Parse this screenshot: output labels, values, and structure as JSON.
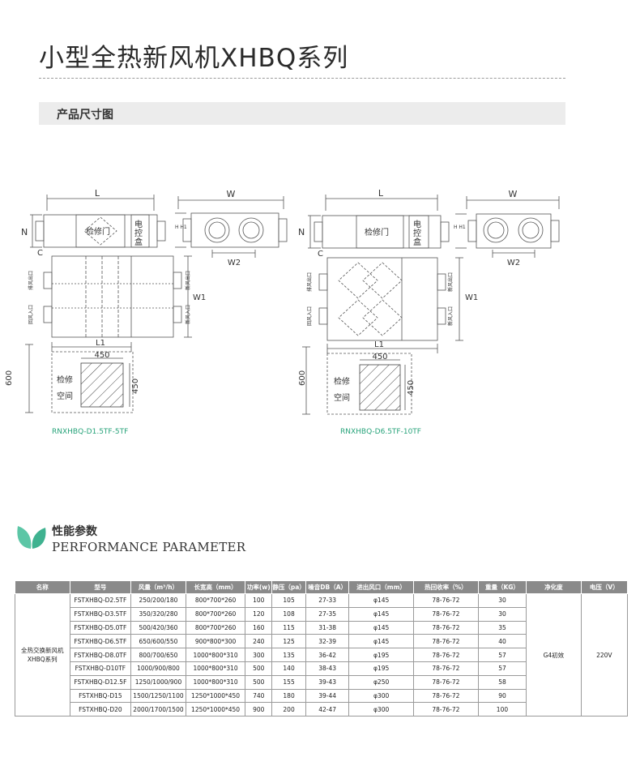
{
  "page": {
    "title": "小型全热新风机XHBQ系列",
    "dims_section": "产品尺寸图"
  },
  "drawing": {
    "label_L": "L",
    "label_W": "W",
    "label_N": "N",
    "label_H": "H",
    "label_C": "C",
    "label_W1": "W1",
    "label_W2": "W2",
    "label_L1": "L1",
    "label_450": "450",
    "label_600": "600",
    "label_access_door": "检修门",
    "label_control_box": "电控盒",
    "label_service_space": "检修\n空间",
    "label_service_1": "检修",
    "label_service_2": "空间",
    "port_exhaust_out": "排风出口",
    "port_return_in": "回风入口",
    "port_fresh_out": "新风出口",
    "port_fresh_in": "新风入口",
    "model_left": "RNXHBQ-D1.5TF-5TF",
    "model_right": "RNXHBQ-D6.5TF-10TF"
  },
  "performance": {
    "title_cn": "性能参数",
    "title_en": "PERFORMANCE PARAMETER",
    "accent": "#5cc6a6"
  },
  "table": {
    "headers": [
      "名称",
      "型号",
      "风量（m³/h）",
      "长宽高（mm）",
      "功率(w)",
      "静压（pa）",
      "噪音DB（A）",
      "进出风口（mm）",
      "热回收率（%）",
      "重量（KG）",
      "净化度",
      "电压（V）"
    ],
    "group_name": "全热交换新风机\nXHBQ系列",
    "group_name_line1": "全热交换新风机",
    "group_name_line2": "XHBQ系列",
    "filter": "G4初效",
    "voltage": "220V",
    "rows": [
      [
        "FSTXHBQ-D2.5TF",
        "250/200/180",
        "800*700*260",
        "100",
        "105",
        "27-33",
        "φ145",
        "78-76-72",
        "30"
      ],
      [
        "FSTXHBQ-D3.5TF",
        "350/320/280",
        "800*700*260",
        "120",
        "108",
        "27-35",
        "φ145",
        "78-76-72",
        "30"
      ],
      [
        "FSTXHBQ-D5.0TF",
        "500/420/360",
        "800*700*260",
        "160",
        "115",
        "31-38",
        "φ145",
        "78-76-72",
        "35"
      ],
      [
        "FSTXHBQ-D6.5TF",
        "650/600/550",
        "900*800*300",
        "240",
        "125",
        "32-39",
        "φ145",
        "78-76-72",
        "40"
      ],
      [
        "FSTXHBQ-D8.0TF",
        "800/700/650",
        "1000*800*310",
        "300",
        "135",
        "36-42",
        "φ195",
        "78-76-72",
        "57"
      ],
      [
        "FSTXHBQ-D10TF",
        "1000/900/800",
        "1000*800*310",
        "500",
        "140",
        "38-43",
        "φ195",
        "78-76-72",
        "57"
      ],
      [
        "FSTXHBQ-D12.5F",
        "1250/1000/900",
        "1000*800*310",
        "500",
        "155",
        "39-43",
        "φ250",
        "78-76-72",
        "58"
      ],
      [
        "FSTXHBQ-D15",
        "1500/1250/1100",
        "1250*1000*450",
        "740",
        "180",
        "39-44",
        "φ300",
        "78-76-72",
        "90"
      ],
      [
        "FSTXHBQ-D20",
        "2000/1700/1500",
        "1250*1000*450",
        "900",
        "200",
        "42-47",
        "φ300",
        "78-76-72",
        "100"
      ]
    ]
  }
}
